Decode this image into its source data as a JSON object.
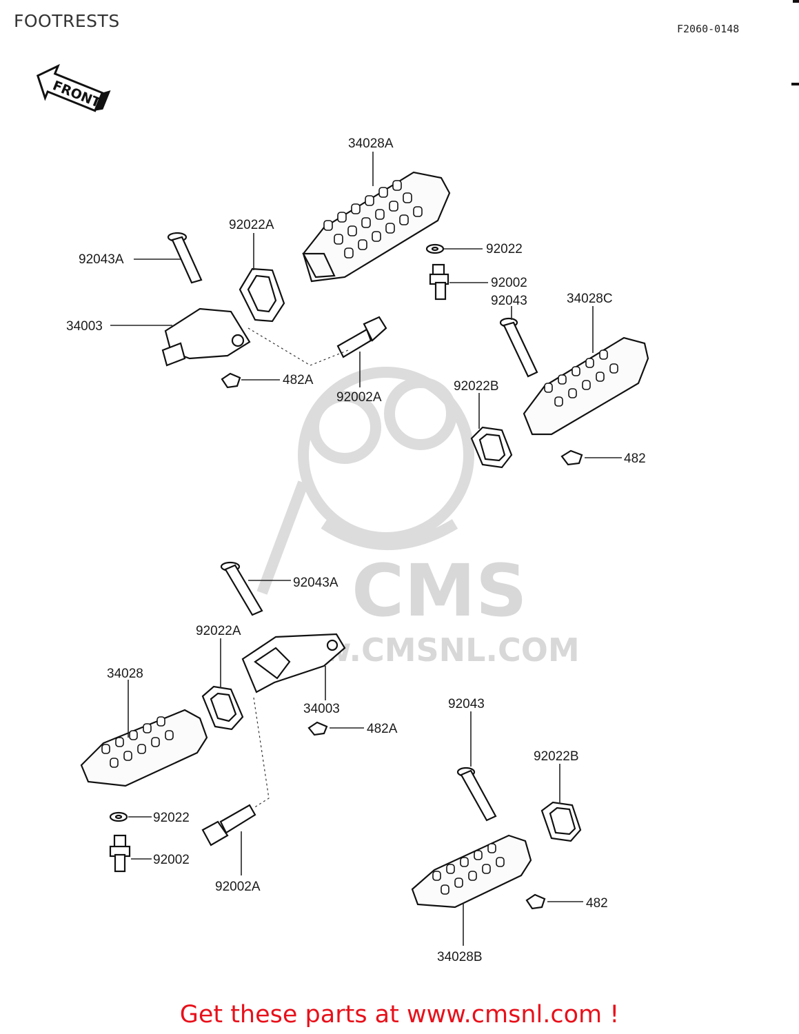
{
  "header": {
    "title": "FOOTRESTS",
    "figure_code": "F2060-0148"
  },
  "front_arrow": {
    "label": "FRONT",
    "icon": "front-arrow-icon"
  },
  "watermark": {
    "brand": "CMS",
    "site": "www.CMSNL.COM"
  },
  "footer": {
    "text": "Get these parts at www.cmsnl.com !",
    "color": "#e8101a"
  },
  "callouts": {
    "top_34028a": "34028A",
    "top_92022a": "92022A",
    "top_92043a": "92043A",
    "top_34003": "34003",
    "top_482a": "482A",
    "top_92002a": "92002A",
    "top_92022": "92022",
    "top_92002": "92002",
    "top_92043": "92043",
    "top_34028c": "34028C",
    "top_92022b": "92022B",
    "top_482": "482",
    "bot_92043a": "92043A",
    "bot_92022a": "92022A",
    "bot_34028": "34028",
    "bot_34003": "34003",
    "bot_482a": "482A",
    "bot_92022": "92022",
    "bot_92002": "92002",
    "bot_92002a": "92002A",
    "bot_92043": "92043",
    "bot_92022b": "92022B",
    "bot_482": "482",
    "bot_34028b": "34028B"
  }
}
